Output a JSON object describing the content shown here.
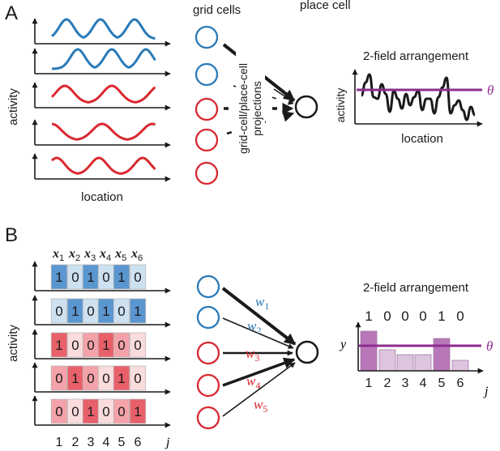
{
  "panel_a": {
    "letter": "A",
    "grid_cells_title": "grid cells",
    "place_cell_title": "place cell",
    "activity_label": "activity",
    "location_label": "location",
    "projection_label_line1": "grid-cell/place-cell",
    "projection_label_line2": "projections",
    "inset_title": "2-field arrangement",
    "inset_activity_label": "activity",
    "inset_location_label": "location",
    "theta_label": "θ"
  },
  "panel_b": {
    "letter": "B",
    "x_headers": [
      "x1",
      "x2",
      "x3",
      "x4",
      "x5",
      "x6"
    ],
    "x_header_letter": "x",
    "x_header_subscripts": [
      "1",
      "2",
      "3",
      "4",
      "5",
      "6"
    ],
    "binary_rows": [
      [
        "1",
        "0",
        "1",
        "0",
        "1",
        "0"
      ],
      [
        "0",
        "1",
        "0",
        "1",
        "0",
        "1"
      ],
      [
        "1",
        "0",
        "0",
        "1",
        "0",
        "0"
      ],
      [
        "0",
        "1",
        "0",
        "0",
        "1",
        "0"
      ],
      [
        "0",
        "0",
        "1",
        "0",
        "0",
        "1"
      ]
    ],
    "activity_label": "activity",
    "j_ticks": [
      "1",
      "2",
      "3",
      "4",
      "5",
      "6"
    ],
    "j_label": "j",
    "weights": [
      {
        "letter": "w",
        "sub": "1"
      },
      {
        "letter": "w",
        "sub": "2"
      },
      {
        "letter": "w",
        "sub": "3"
      },
      {
        "letter": "w",
        "sub": "4"
      },
      {
        "letter": "w",
        "sub": "5"
      }
    ],
    "inset_title": "2-field arrangement",
    "inset_binary": [
      "1",
      "0",
      "0",
      "0",
      "1",
      "0"
    ],
    "inset_y_label": "y",
    "inset_theta": "θ",
    "inset_ticks": [
      "1",
      "2",
      "3",
      "4",
      "5",
      "6"
    ],
    "inset_j_label": "j"
  },
  "colors": {
    "blue": "#2a7ab8",
    "red": "#d9282f",
    "purple": "#8c2d8e",
    "black": "#1a1a1a"
  },
  "icons": [
    "axis-arrow-icon",
    "grid-cell-circle-icon",
    "place-cell-circle-icon"
  ]
}
